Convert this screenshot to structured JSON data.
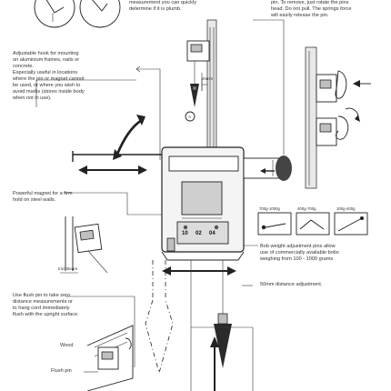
{
  "texts": {
    "top_center": "measurement you can quickly\ndetermine if it is plumb.",
    "top_right": "pin. To remove, just rotate the pins\nhead. Do not pull. The springs force\nwill easily release the pin.",
    "hook": "Adjustable hook for mounting\non aluminium frames, nails or\nconcrete.\nEspecially useful in locations\nwhere the pin or magnet cannot\nbe used, or where you wish to\navoid marks (stores inside body\nwhen not in use).",
    "magnet": "Powerful magnet for a firm\nhold on steel walls.",
    "iron_beam": "Iron Beam",
    "flush": "Use flush pin to take zero\ndistance measurements or\nto hang cord immediately\nflush with the upright surface.",
    "wood": "Wood",
    "flush_pin": "Flush pin",
    "bob_weights": "Bob weight adjustment pins allow\nuse of commercially available bobs\nweighing from 100 - 1000 grams",
    "distance": "50mm distance adjustment.",
    "dim_40": "40mm",
    "circle_a": "A"
  },
  "weight_ranges": [
    "700g-1000g",
    "400g-700g",
    "100g-400g"
  ],
  "window_digits": [
    "10",
    "02",
    "04"
  ]
}
